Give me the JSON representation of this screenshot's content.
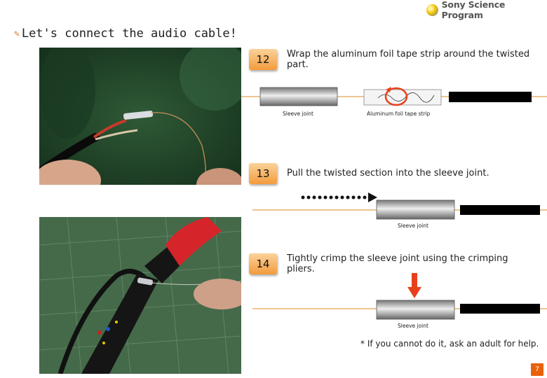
{
  "brand": {
    "name": "Sony Science Program"
  },
  "title": "Let's connect the audio cable!",
  "steps": [
    {
      "number": "12",
      "text": "Wrap the aluminum foil tape strip around the twisted part."
    },
    {
      "number": "13",
      "text": "Pull the twisted section into the sleeve joint."
    },
    {
      "number": "14",
      "text": "Tightly crimp the sleeve joint using the crimping pliers."
    }
  ],
  "diagram_labels": {
    "step12_sleeve": "Sleeve joint",
    "step12_foil": "Aluminum foil tape strip",
    "step13_sleeve": "Sleeve joint",
    "step14_sleeve": "Sleeve joint"
  },
  "note": "* If you cannot do it, ask an adult for help.",
  "page_number": "7",
  "colors": {
    "accent": "#e8620c",
    "badge": "#f29c3c",
    "arrow_red": "#e8401c",
    "wire": "#e8b06a"
  }
}
